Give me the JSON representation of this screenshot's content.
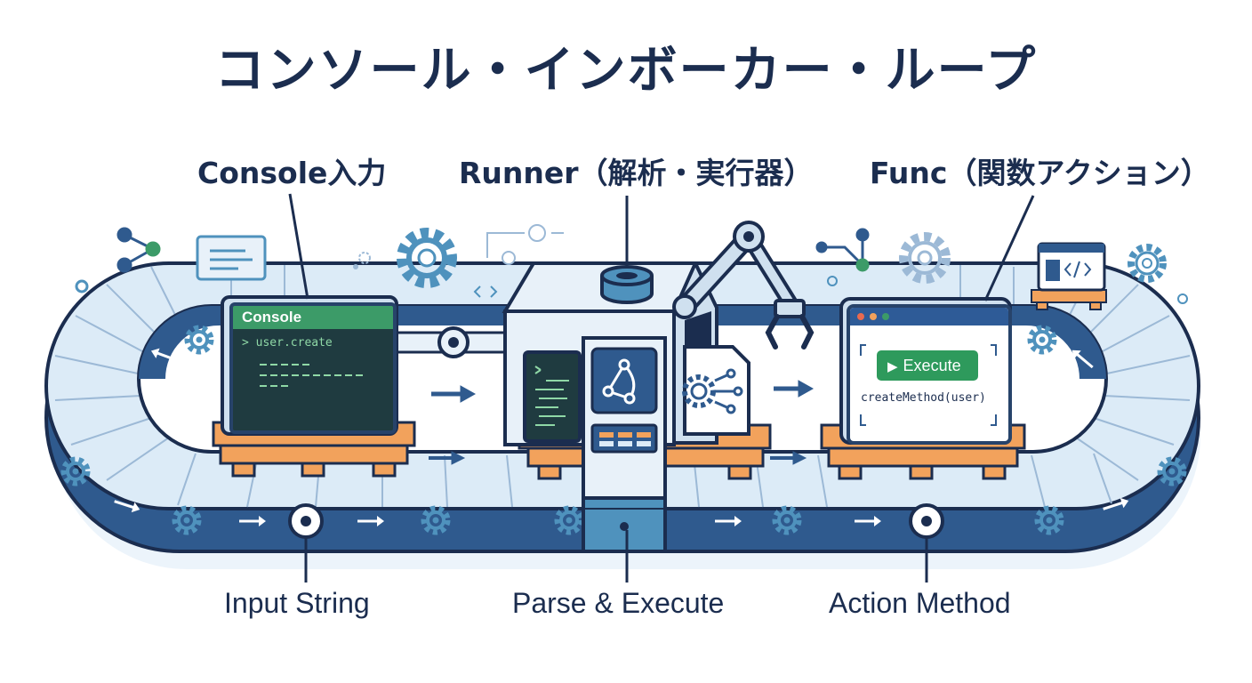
{
  "title": "コンソール・インボーカー・ループ",
  "stages": [
    {
      "label": "Console入力",
      "bottom": "Input String"
    },
    {
      "label": "Runner（解析・実行器）",
      "bottom": "Parse & Execute"
    },
    {
      "label": "Func（関数アクション）",
      "bottom": "Action Method"
    }
  ],
  "console": {
    "header": "Console",
    "command": "> user.create"
  },
  "func": {
    "button": "Execute",
    "code": "createMethod(user)"
  },
  "icons": [
    "gear-icon",
    "arrow-icon",
    "share-icon",
    "code-icon",
    "robot-arm-icon",
    "play-icon"
  ],
  "colors": {
    "navy": "#1b2d4f",
    "belt_blue": "#2f5a8e",
    "belt_light": "#dcebf7",
    "pallet_orange": "#f2a25c",
    "console_green": "#3c9b68",
    "gear_blue": "#4f92bd"
  }
}
